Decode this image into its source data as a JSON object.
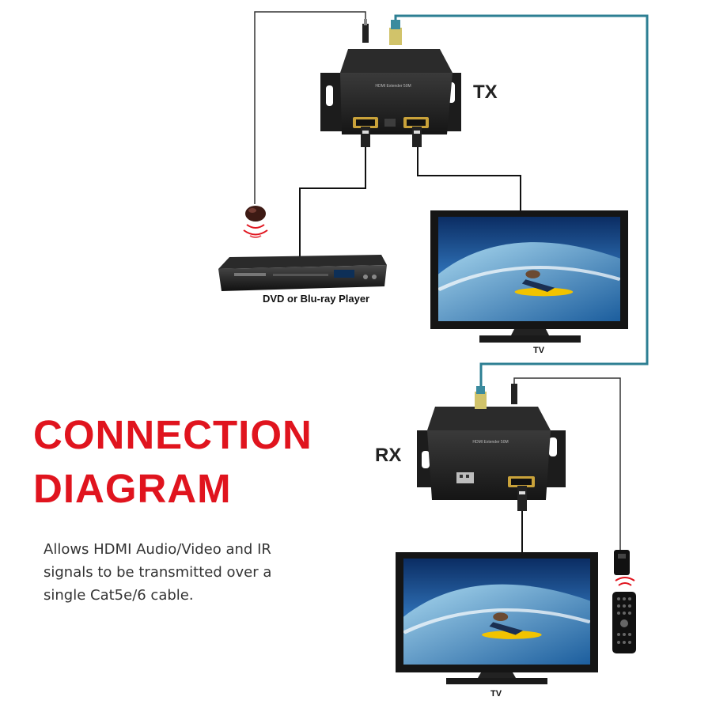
{
  "labels": {
    "tx": "TX",
    "rx": "RX",
    "player": "DVD or Blu-ray Player",
    "tv_top": "TV",
    "tv_bottom": "TV"
  },
  "title": {
    "line1": "CONNECTION",
    "line2": "DIAGRAM"
  },
  "description": {
    "line1": "Allows HDMI Audio/Video and IR",
    "line2": "signals to be transmitted over a",
    "line3": "single Cat5e/6 cable."
  },
  "colors": {
    "title_red": "#e0141e",
    "network_cable": "#2d7f93",
    "device_black": "#1b1b1b"
  }
}
